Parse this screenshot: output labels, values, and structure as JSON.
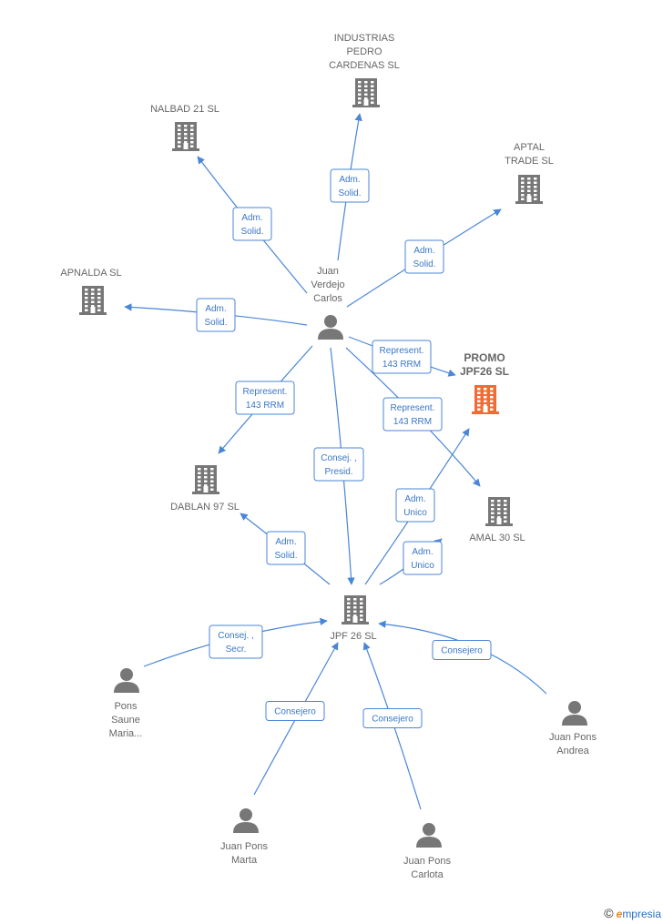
{
  "colors": {
    "edge": "#4a86d8",
    "company": "#777777",
    "focus": "#f26b35",
    "person": "#777777"
  },
  "nodes": [
    {
      "id": "industrias",
      "type": "company",
      "label": [
        "INDUSTRIAS",
        "PEDRO",
        "CARDENAS SL"
      ]
    },
    {
      "id": "nalbad",
      "type": "company",
      "label": [
        "NALBAD 21  SL"
      ]
    },
    {
      "id": "aptal",
      "type": "company",
      "label": [
        "APTAL",
        "TRADE  SL"
      ]
    },
    {
      "id": "apnalda",
      "type": "company",
      "label": [
        "APNALDA  SL"
      ]
    },
    {
      "id": "juanverdejo",
      "type": "person",
      "label": [
        "Juan",
        "Verdejo",
        "Carlos"
      ]
    },
    {
      "id": "promo",
      "type": "focus",
      "label": [
        "PROMO",
        "JPF26  SL"
      ]
    },
    {
      "id": "dablan",
      "type": "company",
      "label": [
        "DABLAN 97  SL"
      ]
    },
    {
      "id": "amal",
      "type": "company",
      "label": [
        "AMAL 30  SL"
      ]
    },
    {
      "id": "jpf26",
      "type": "company",
      "label": [
        "JPF 26  SL"
      ]
    },
    {
      "id": "ponssaune",
      "type": "person",
      "label": [
        "Pons",
        "Saune",
        "Maria..."
      ]
    },
    {
      "id": "juanponsandrea",
      "type": "person",
      "label": [
        "Juan Pons",
        "Andrea"
      ]
    },
    {
      "id": "juanponsmarta",
      "type": "person",
      "label": [
        "Juan Pons",
        "Marta"
      ]
    },
    {
      "id": "juanponscarlota",
      "type": "person",
      "label": [
        "Juan Pons",
        "Carlota"
      ]
    }
  ],
  "edges": [
    {
      "from": "juanverdejo",
      "to": "industrias",
      "label": [
        "Adm.",
        "Solid."
      ]
    },
    {
      "from": "juanverdejo",
      "to": "nalbad",
      "label": [
        "Adm.",
        "Solid."
      ]
    },
    {
      "from": "juanverdejo",
      "to": "aptal",
      "label": [
        "Adm.",
        "Solid."
      ]
    },
    {
      "from": "juanverdejo",
      "to": "apnalda",
      "label": [
        "Adm.",
        "Solid."
      ]
    },
    {
      "from": "juanverdejo",
      "to": "promo",
      "label": [
        "Represent.",
        "143 RRM"
      ]
    },
    {
      "from": "juanverdejo",
      "to": "dablan",
      "label": [
        "Represent.",
        "143 RRM"
      ]
    },
    {
      "from": "juanverdejo",
      "to": "amal",
      "label": [
        "Represent.",
        "143 RRM"
      ]
    },
    {
      "from": "juanverdejo",
      "to": "jpf26",
      "label": [
        "Consej. ,",
        "Presid."
      ]
    },
    {
      "from": "jpf26",
      "to": "dablan",
      "label": [
        "Adm.",
        "Solid."
      ]
    },
    {
      "from": "jpf26",
      "to": "promo",
      "label": [
        "Adm.",
        "Unico"
      ]
    },
    {
      "from": "jpf26",
      "to": "amal",
      "label": [
        "Adm.",
        "Unico"
      ]
    },
    {
      "from": "ponssaune",
      "to": "jpf26",
      "label": [
        "Consej. ,",
        "Secr."
      ]
    },
    {
      "from": "juanponsandrea",
      "to": "jpf26",
      "label": [
        "Consejero"
      ]
    },
    {
      "from": "juanponsmarta",
      "to": "jpf26",
      "label": [
        "Consejero"
      ]
    },
    {
      "from": "juanponscarlota",
      "to": "jpf26",
      "label": [
        "Consejero"
      ]
    }
  ],
  "footer": {
    "copyright": "©",
    "brand_e": "e",
    "brand_rest": "mpresia"
  }
}
